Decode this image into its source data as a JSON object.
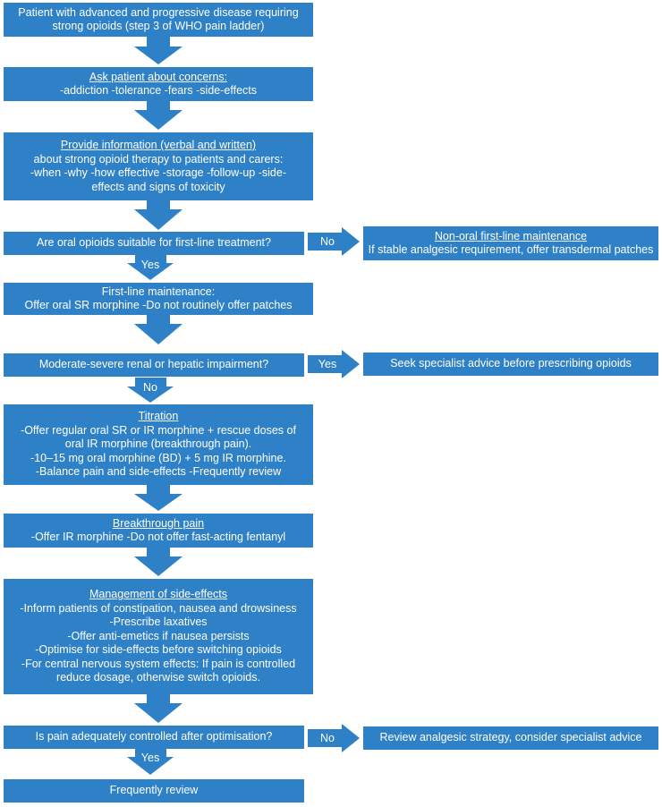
{
  "box_start": [
    "Patient with advanced and progressive disease requiring",
    "strong opioids (step 3 of WHO pain ladder)"
  ],
  "box_concerns": {
    "title": "Ask patient about concerns:",
    "lines": [
      "-addiction -tolerance -fears -side-effects"
    ]
  },
  "box_info": {
    "title": "Provide information (verbal and written)",
    "lines": [
      "about strong opioid therapy to patients and carers:",
      "-when -why -how effective -storage -follow-up -side-",
      "effects and signs of toxicity"
    ]
  },
  "box_q_oral": "Are oral opioids suitable for first-line treatment?",
  "box_nonoral": {
    "title": "Non-oral first-line maintenance",
    "lines": [
      "If stable analgesic requirement, offer transdermal patches"
    ]
  },
  "box_firstline": [
    "First-line maintenance:",
    "Offer oral SR morphine -Do not routinely offer patches"
  ],
  "box_q_renal": "Moderate-severe renal or hepatic impairment?",
  "box_specialist": "Seek specialist advice before prescribing opioids",
  "box_titration": {
    "title": "Titration",
    "lines": [
      "-Offer regular oral SR or IR morphine + rescue doses of",
      "oral IR morphine (breakthrough pain).",
      "-10–15 mg oral morphine (BD) + 5 mg IR morphine.",
      "-Balance pain and side-effects -Frequently review"
    ]
  },
  "box_breakthrough": {
    "title": "Breakthrough pain",
    "lines": [
      "-Offer IR morphine  -Do not offer fast-acting fentanyl"
    ]
  },
  "box_sideeffects": {
    "title": "Management of side-effects",
    "lines": [
      "-Inform patients of constipation, nausea and drowsiness",
      "-Prescribe laxatives",
      "-Offer anti-emetics if nausea persists",
      "-Optimise for side-effects before switching opioids",
      "-For central nervous system effects: If pain is controlled",
      "reduce dosage, otherwise switch opioids."
    ]
  },
  "box_q_pain": "Is pain adequately controlled after optimisation?",
  "box_review": "Review analgesic strategy, consider specialist advice",
  "box_final": "Frequently review",
  "labels": {
    "no1": "No",
    "yes1": "Yes",
    "yes2": "Yes",
    "no2": "No",
    "no3": "No",
    "yes3": "Yes"
  },
  "colors": {
    "box": "#2e81c6",
    "text": "#ffffff"
  }
}
